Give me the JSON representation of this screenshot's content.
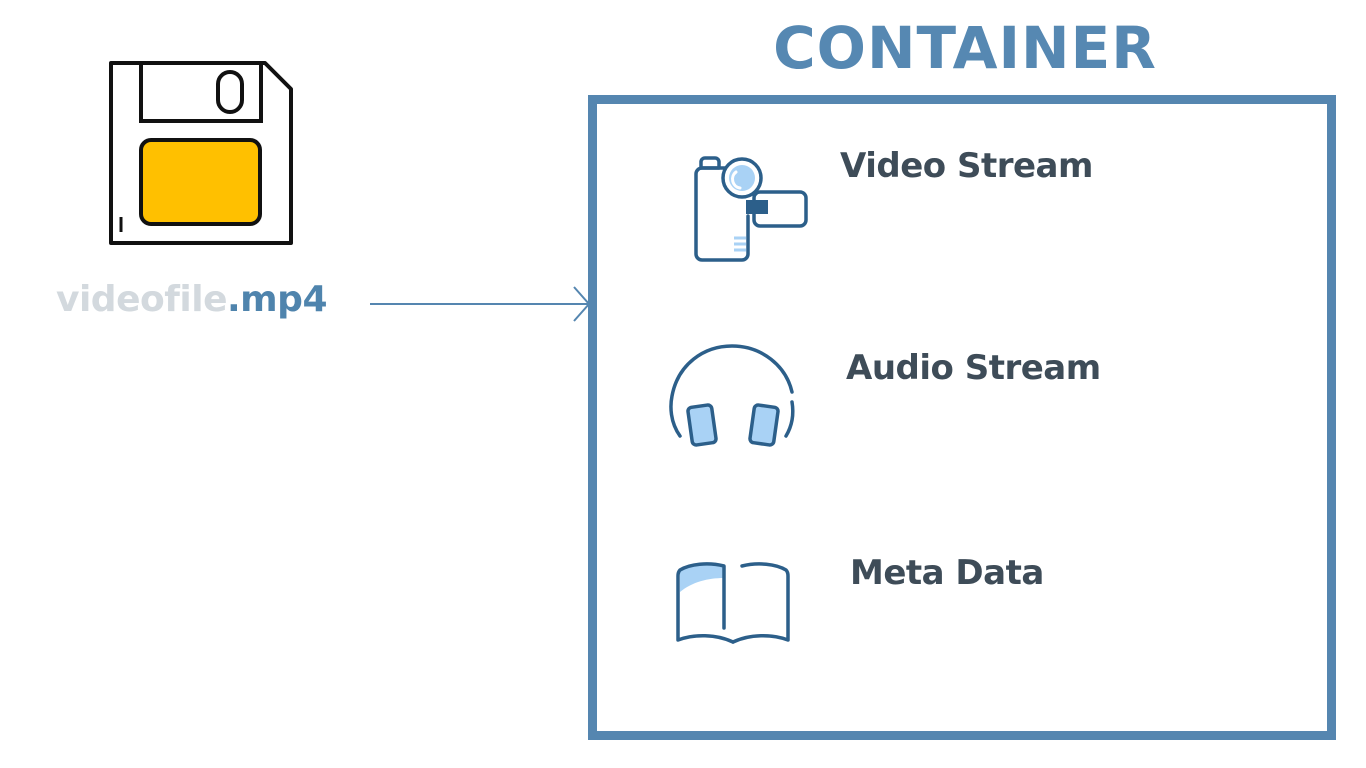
{
  "diagram": {
    "file": {
      "icon": "floppy-disk-icon",
      "name_stem": "videofile",
      "name_extension": ".mp4"
    },
    "container": {
      "title": "CONTAINER",
      "items": [
        {
          "label": "Video Stream",
          "icon": "video-camera-icon"
        },
        {
          "label": "Audio Stream",
          "icon": "headphones-icon"
        },
        {
          "label": "Meta Data",
          "icon": "open-book-icon"
        }
      ]
    },
    "colors": {
      "accent_blue": "#5586b0",
      "icon_stroke": "#2c5f8a",
      "icon_fill_light": "#a9d2f5",
      "floppy_label_yellow": "#ffc000",
      "text_dark": "#3e4c58",
      "filename_stem_gray": "#d3d9de"
    }
  }
}
